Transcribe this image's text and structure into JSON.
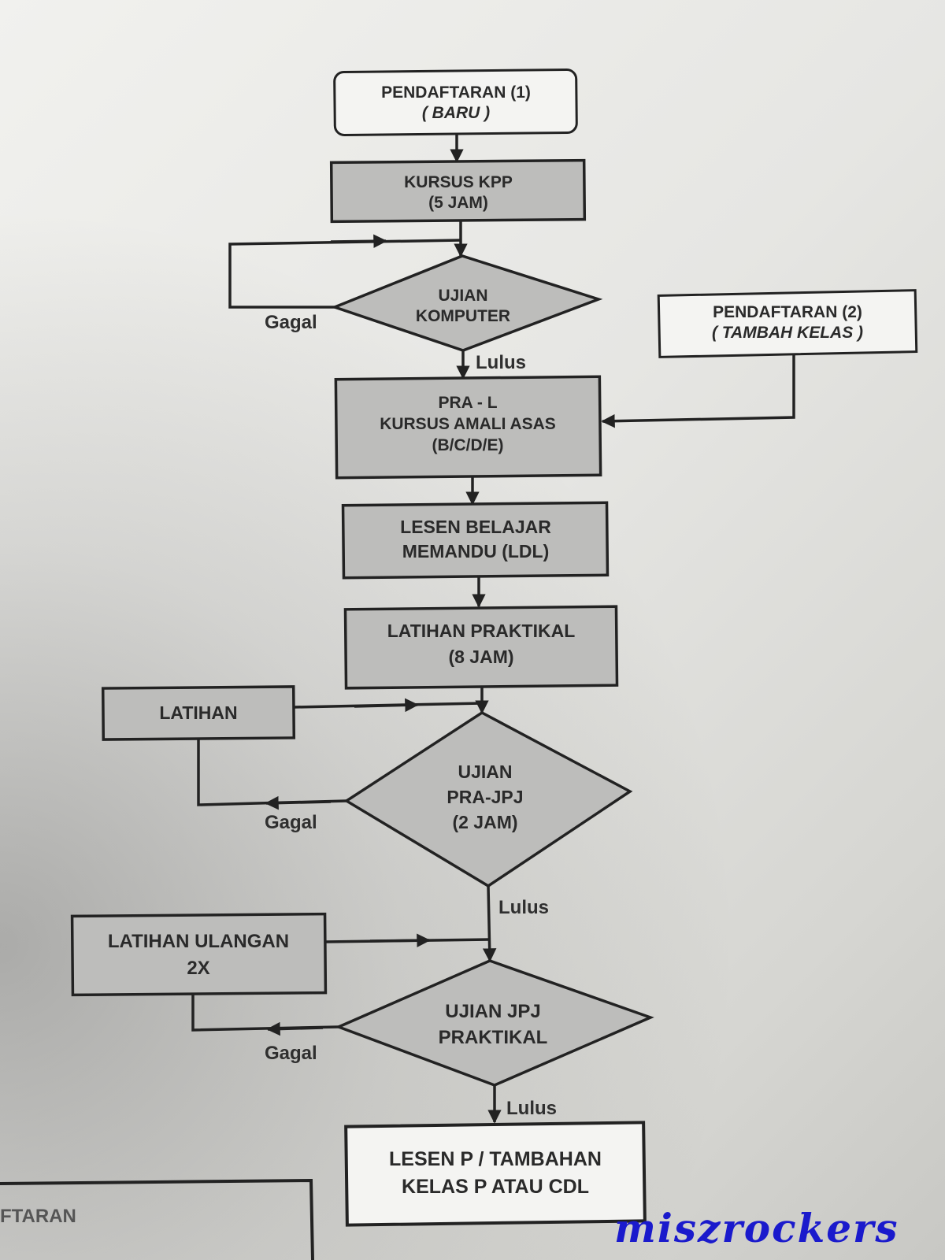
{
  "nodes": {
    "pendaftaran1": {
      "line1": "PENDAFTARAN (1)",
      "line2": "( BARU )"
    },
    "kursus_kpp": {
      "line1": "KURSUS KPP",
      "line2": "(5 JAM)"
    },
    "ujian_komputer": {
      "line1": "UJIAN",
      "line2": "KOMPUTER"
    },
    "pendaftaran2": {
      "line1": "PENDAFTARAN (2)",
      "line2": "( TAMBAH KELAS )"
    },
    "pra_l": {
      "line1": "PRA - L",
      "line2": "KURSUS AMALI ASAS",
      "line3": "(B/C/D/E)"
    },
    "ldl": {
      "line1": "LESEN BELAJAR",
      "line2": "MEMANDU (LDL)"
    },
    "latihan_praktikal": {
      "line1": "LATIHAN PRAKTIKAL",
      "line2": "(8 JAM)"
    },
    "latihan": {
      "line1": "LATIHAN"
    },
    "ujian_pra_jpj": {
      "line1": "UJIAN",
      "line2": "PRA-JPJ",
      "line3": "(2 JAM)"
    },
    "latihan_ulangan": {
      "line1": "LATIHAN ULANGAN",
      "line2": "2X"
    },
    "ujian_jpj": {
      "line1": "UJIAN JPJ",
      "line2": "PRAKTIKAL"
    },
    "lesen_p": {
      "line1": "LESEN P / TAMBAHAN",
      "line2": "KELAS P ATAU CDL"
    }
  },
  "edge_labels": {
    "gagal_1": "Gagal",
    "lulus_1": "Lulus",
    "gagal_2": "Gagal",
    "lulus_2": "Lulus",
    "gagal_3": "Gagal",
    "lulus_3": "Lulus"
  },
  "partial_box": {
    "text": "FTARAN"
  },
  "watermark": "miszrockers"
}
